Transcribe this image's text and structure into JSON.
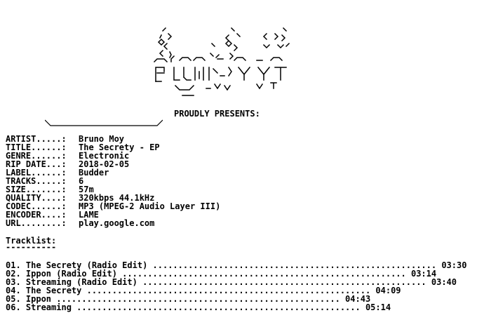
{
  "header": {
    "presents": "PROUDLY PRESENTS:"
  },
  "info": [
    {
      "key": "ARTIST.....:",
      "value": "Bruno Moy"
    },
    {
      "key": "TITLE......:",
      "value": "The Secrety - EP"
    },
    {
      "key": "GENRE......:",
      "value": "Electronic"
    },
    {
      "key": "RIP DATE...:",
      "value": "2018-02-05"
    },
    {
      "key": "LABEL......:",
      "value": "Budder"
    },
    {
      "key": "TRACKS.....:",
      "value": "6"
    },
    {
      "key": "SIZE.......:",
      "value": "57m"
    },
    {
      "key": "QUALITY....:",
      "value": "320kbps 44.1kHz"
    },
    {
      "key": "CODEC......:",
      "value": "MP3 (MPEG-2 Audio Layer III)"
    },
    {
      "key": "ENCODER....:",
      "value": "LAME"
    },
    {
      "key": "URL........:",
      "value": "play.google.com"
    }
  ],
  "tracklist": {
    "title": "Tracklist:",
    "rule": "----------",
    "tracks": [
      "01. The Secrety (Radio Edit) ........................................................ 03:30",
      "02. Ippon (Radio Edit) ........................................................ 03:14",
      "03. Streaming (Radio Edit) ........................................................ 03:40",
      "04. The Secrety ........................................................ 04:09",
      "05. Ippon ........................................................ 04:43",
      "06. Streaming ........................................................ 05:14"
    ]
  }
}
